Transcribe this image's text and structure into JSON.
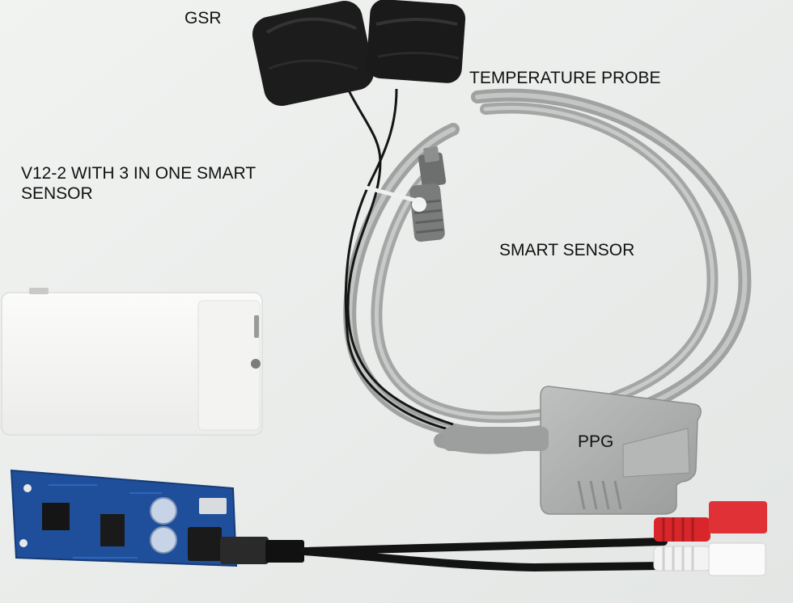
{
  "labels": {
    "gsr": "GSR",
    "temperature_probe": "TEMPERATURE PROBE",
    "device_line1": "V12-2 WITH 3 IN ONE SMART",
    "device_line2": "SENSOR",
    "smart_sensor": "SMART SENSOR",
    "ppg": "PPG"
  },
  "colors": {
    "background": "#eef0ee",
    "enclosure": "#f8f8f6",
    "cable_gray": "#a9acab",
    "velcro": "#1c1c1c",
    "pcb_blue": "#1f4f9a",
    "connector_red": "#d8262b",
    "connector_white": "#f2f2f2"
  }
}
